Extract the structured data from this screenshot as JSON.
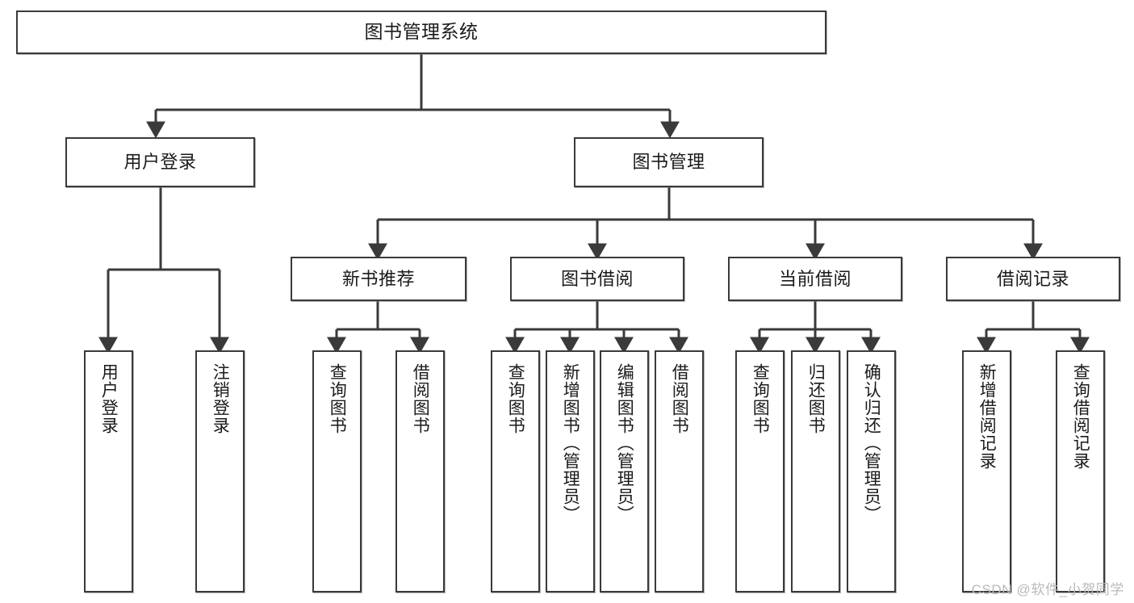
{
  "diagram": {
    "title": "图书管理系统",
    "watermark": "CSDN @软件_小贺同学",
    "colors": {
      "stroke": "#3a3a3a",
      "fill": "#ffffff",
      "text": "#1a1a1a",
      "watermark": "#b9b9b9"
    },
    "nodes": {
      "root": {
        "label": "图书管理系统"
      },
      "level1": [
        {
          "id": "user-login",
          "label": "用户登录"
        },
        {
          "id": "book-manage",
          "label": "图书管理"
        }
      ],
      "level2": [
        {
          "id": "new-book-recommend",
          "label": "新书推荐"
        },
        {
          "id": "book-borrow",
          "label": "图书借阅"
        },
        {
          "id": "current-borrow",
          "label": "当前借阅"
        },
        {
          "id": "borrow-record",
          "label": "借阅记录"
        }
      ],
      "leaves": {
        "user_login": [
          {
            "id": "leaf-user-login",
            "label": "用户登录"
          },
          {
            "id": "leaf-logout-login",
            "label": "注销登录"
          }
        ],
        "new_book_recommend": [
          {
            "id": "leaf-query-book-1",
            "label": "查询图书"
          },
          {
            "id": "leaf-borrow-book-1",
            "label": "借阅图书"
          }
        ],
        "book_borrow": [
          {
            "id": "leaf-query-book-2",
            "label": "查询图书"
          },
          {
            "id": "leaf-add-book",
            "label": "新增图书（管理员）"
          },
          {
            "id": "leaf-edit-book",
            "label": "编辑图书（管理员）"
          },
          {
            "id": "leaf-borrow-book-2",
            "label": "借阅图书"
          }
        ],
        "current_borrow": [
          {
            "id": "leaf-query-book-3",
            "label": "查询图书"
          },
          {
            "id": "leaf-return-book",
            "label": "归还图书"
          },
          {
            "id": "leaf-confirm-return",
            "label": "确认归还（管理员）"
          }
        ],
        "borrow_record": [
          {
            "id": "leaf-add-record",
            "label": "新增借阅记录"
          },
          {
            "id": "leaf-query-record",
            "label": "查询借阅记录"
          }
        ]
      }
    }
  }
}
